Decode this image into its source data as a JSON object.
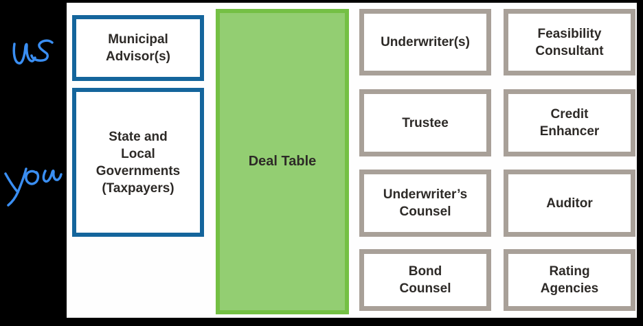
{
  "title": "Municipal bond deal table diagram",
  "colors": {
    "background": "#000000",
    "panel": "#fefefe",
    "ink": "#3a8ef2",
    "text": "#2d2a27",
    "issuer_border": "#14659c",
    "participant_border": "#a8a098",
    "deal_fill": "#93ce72",
    "deal_border": "#74c044"
  },
  "annotations": {
    "us": "us",
    "you": "You"
  },
  "deal_table": {
    "label": "Deal Table"
  },
  "issuer_side": {
    "boxes": [
      {
        "id": "municipal-advisors",
        "lines": [
          "Municipal",
          "Advisor(s)"
        ]
      },
      {
        "id": "state-local-governments",
        "lines": [
          "State and",
          "Local",
          "Governments",
          "(Taxpayers)"
        ]
      }
    ]
  },
  "participant_side": {
    "boxes": [
      {
        "id": "underwriters",
        "lines": [
          "Underwriter(s)"
        ]
      },
      {
        "id": "feasibility-consultant",
        "lines": [
          "Feasibility",
          "Consultant"
        ]
      },
      {
        "id": "trustee",
        "lines": [
          "Trustee"
        ]
      },
      {
        "id": "credit-enhancer",
        "lines": [
          "Credit",
          "Enhancer"
        ]
      },
      {
        "id": "underwriters-counsel",
        "lines": [
          "Underwriter’s",
          "Counsel"
        ]
      },
      {
        "id": "auditor",
        "lines": [
          "Auditor"
        ]
      },
      {
        "id": "bond-counsel",
        "lines": [
          "Bond",
          "Counsel"
        ]
      },
      {
        "id": "rating-agencies",
        "lines": [
          "Rating",
          "Agencies"
        ]
      }
    ]
  }
}
